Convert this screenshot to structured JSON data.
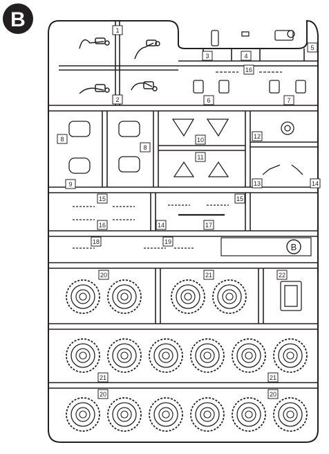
{
  "sheet": {
    "letter": "B",
    "corner_letter": "B"
  },
  "part_numbers": [
    "1",
    "2",
    "3",
    "4",
    "5",
    "6",
    "7",
    "8",
    "8",
    "9",
    "10",
    "11",
    "12",
    "13",
    "14",
    "15",
    "15",
    "16",
    "16",
    "14",
    "17",
    "18",
    "19",
    "20",
    "21",
    "22",
    "21",
    "21",
    "20",
    "20"
  ]
}
